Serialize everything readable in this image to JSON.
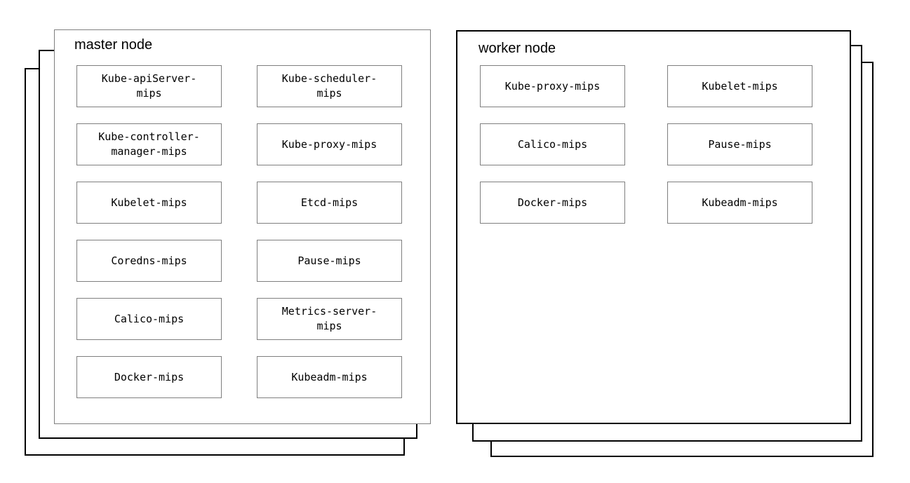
{
  "master": {
    "title": "master node",
    "components": [
      "Kube-apiServer-\nmips",
      "Kube-scheduler-\nmips",
      "Kube-controller-\nmanager-mips",
      "Kube-proxy-mips",
      "Kubelet-mips",
      "Etcd-mips",
      "Coredns-mips",
      "Pause-mips",
      "Calico-mips",
      "Metrics-server-\nmips",
      "Docker-mips",
      "Kubeadm-mips"
    ]
  },
  "worker": {
    "title": "worker node",
    "components": [
      "Kube-proxy-mips",
      "Kubelet-mips",
      "Calico-mips",
      "Pause-mips",
      "Docker-mips",
      "Kubeadm-mips"
    ]
  },
  "colors": {
    "background": "#ffffff",
    "box_fill": "#ffffff",
    "stack_border": "#000000",
    "master_front_border": "#7f7f7f",
    "component_border": "#7f7f7f",
    "text": "#000000"
  }
}
